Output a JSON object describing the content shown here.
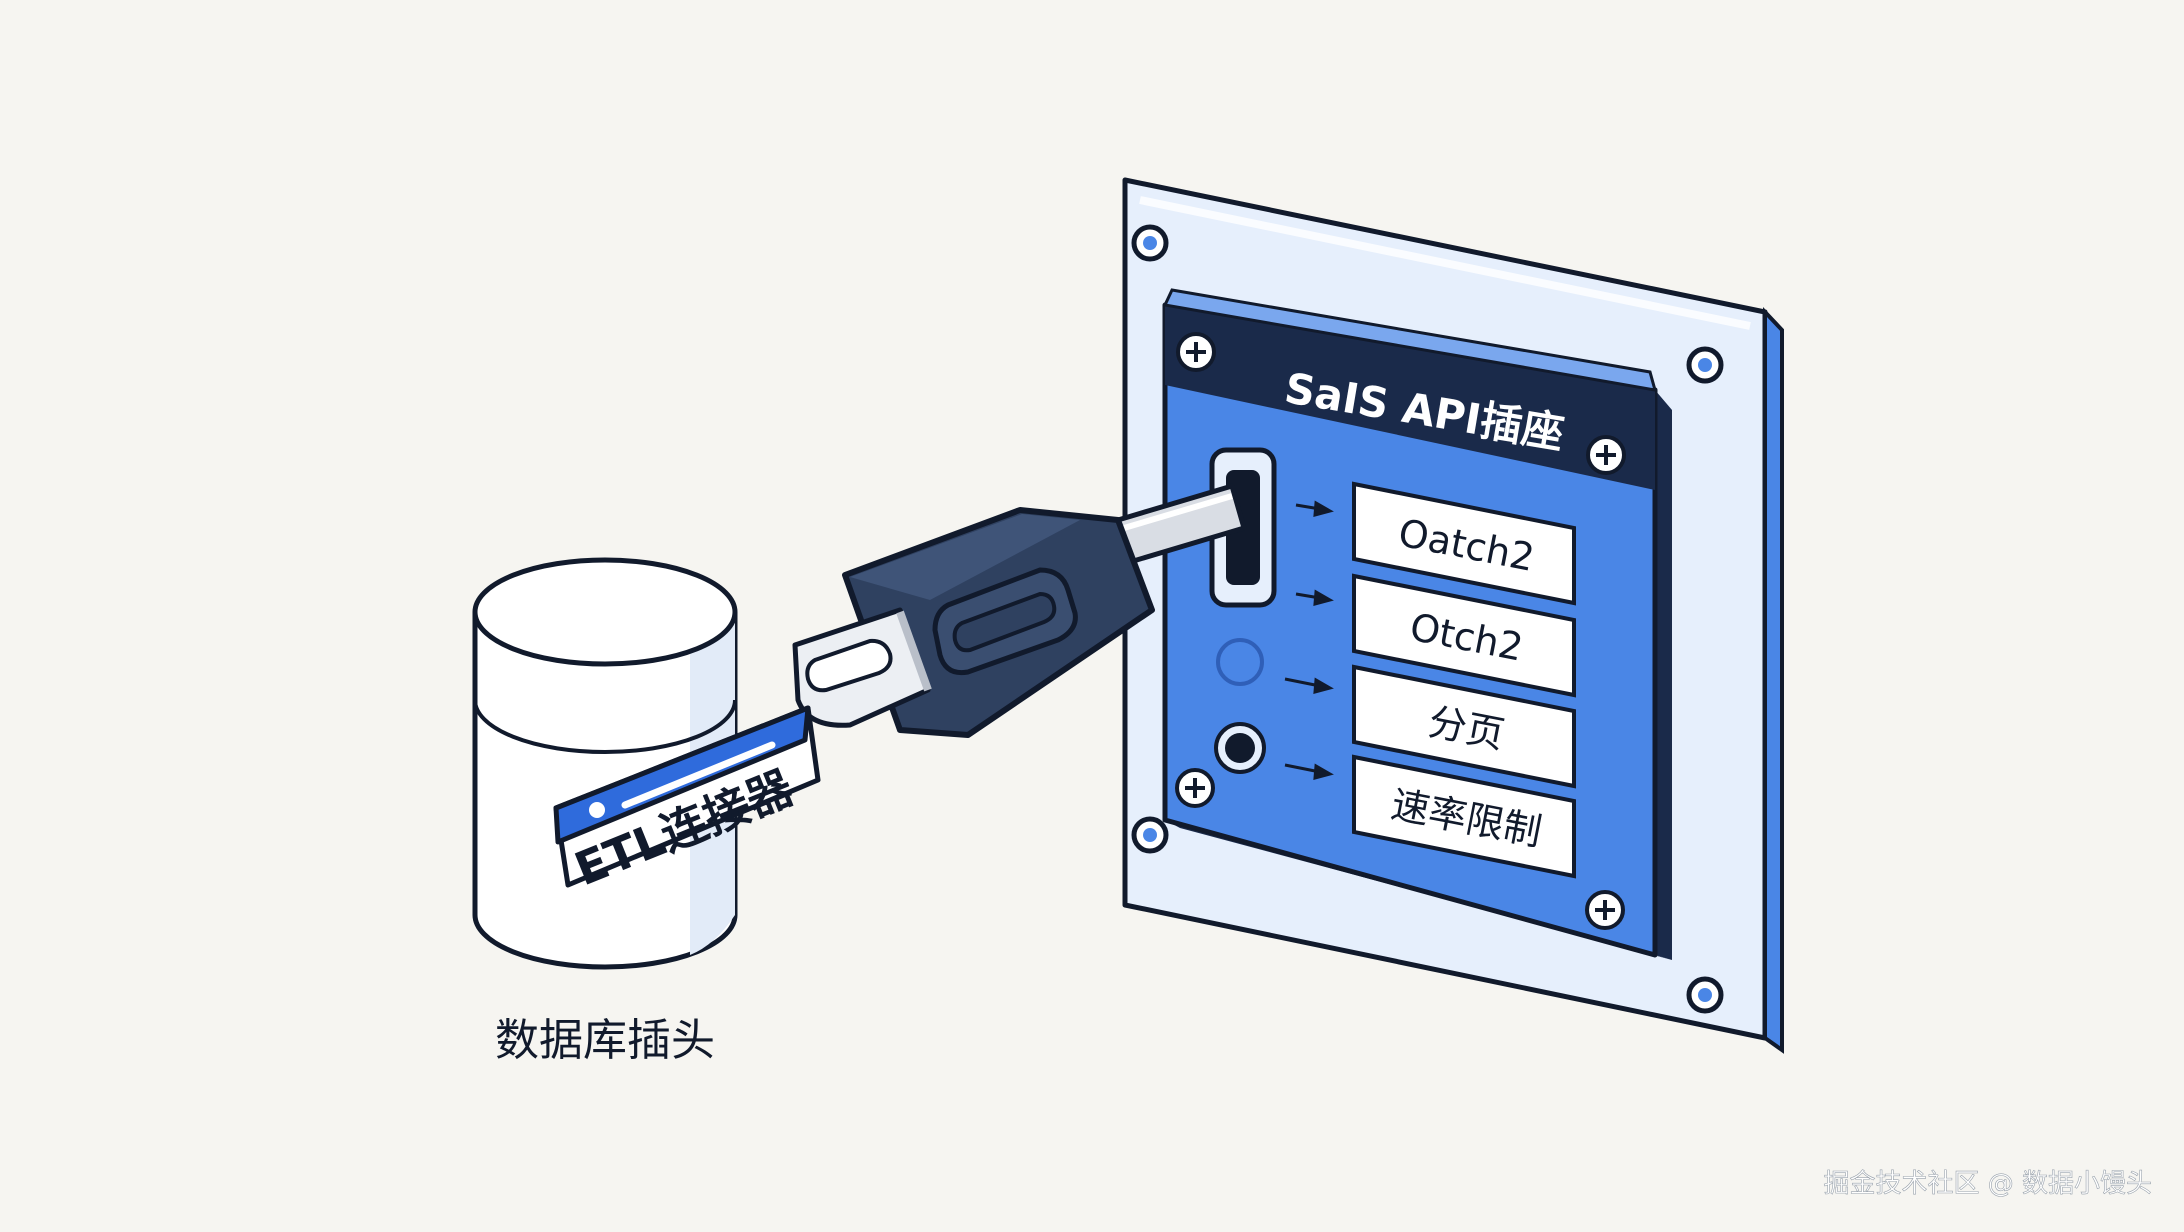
{
  "panel": {
    "title": "SaIS API插座",
    "labels": [
      "Oatch2",
      "Otch2",
      "分页",
      "速率限制"
    ]
  },
  "connector": {
    "tag": "ETL连接器"
  },
  "database": {
    "caption": "数据库插头"
  },
  "watermark": "掘金技术社区 @ 数据小馒头",
  "colors": {
    "panel_blue": "#4a86e6",
    "panel_light": "#e6effc",
    "dark_navy": "#1a2a4a",
    "plug_body": "#2f4160",
    "outline": "#111a2c",
    "background": "#f6f5f1"
  }
}
